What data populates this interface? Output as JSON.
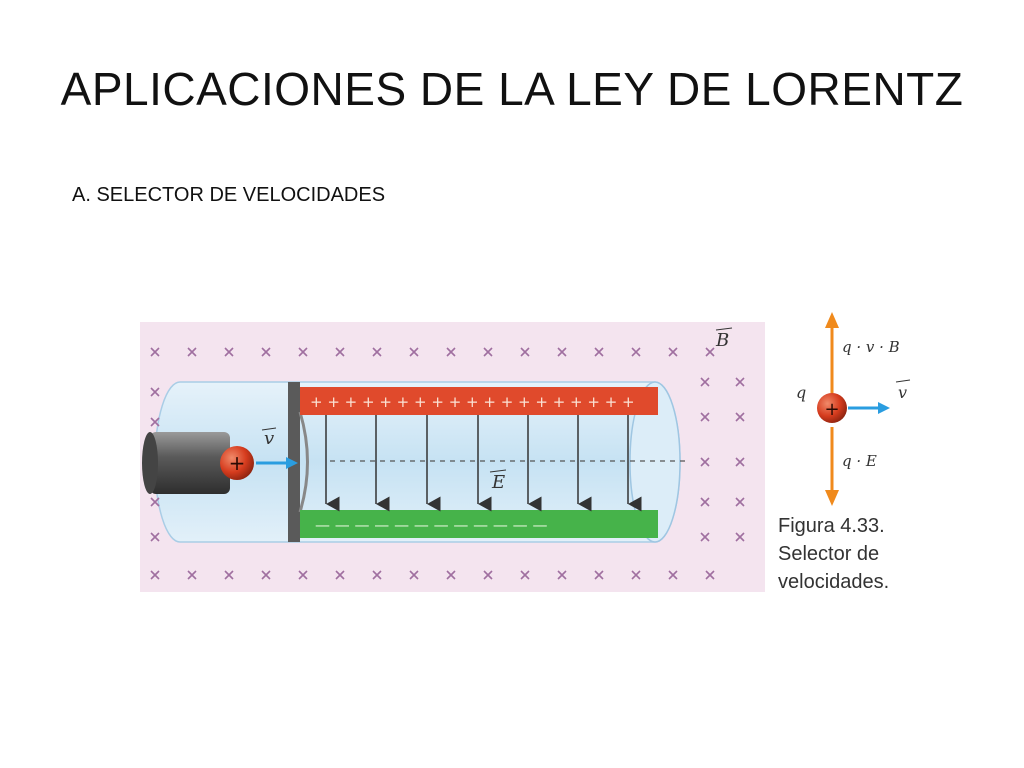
{
  "title": "APLICACIONES DE LA LEY DE LORENTZ",
  "subtitle": "A. SELECTOR DE VELOCIDADES",
  "diagram": {
    "plate_top_signs": "+ + + + + + + + + + + + + + + + + + +",
    "plate_bottom_signs": "— — — — — — — — — — — —",
    "label_B": "B",
    "label_v": "v",
    "label_E": "E",
    "particle_sign": "+",
    "free_body": {
      "label_q": "q",
      "label_magnetic_force": "q · v · B",
      "label_electric_force": "q · E",
      "label_v": "v"
    },
    "colors": {
      "background": "#f4e4ef",
      "field_marks": "#a06fa0",
      "tube": "#cfe6f5",
      "plate_positive": "#e04a2c",
      "plate_negative": "#46b34a",
      "particle": "#d63c1e",
      "force_arrows": "#f08a1c",
      "velocity_arrow": "#2a9de0"
    }
  },
  "caption": {
    "line1": "Figura 4.33.",
    "line2": "Selector de",
    "line3": "velocidades."
  }
}
